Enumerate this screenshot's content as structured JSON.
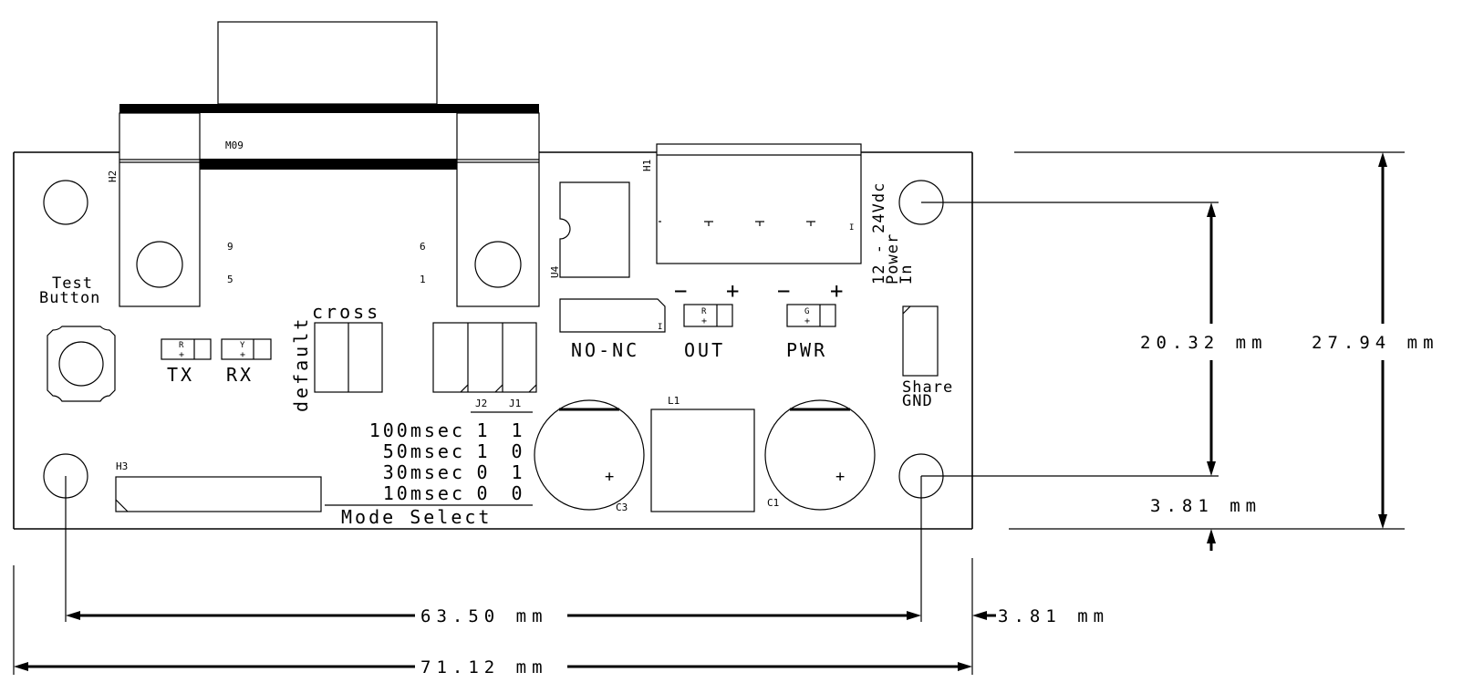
{
  "labels": {
    "m09": "M09",
    "h2": "H2",
    "h1": "H1",
    "h3": "H3",
    "u4": "U4",
    "l1": "L1",
    "c1": "C1",
    "c3": "C3",
    "pin9": "9",
    "pin5": "5",
    "pin6": "6",
    "pin1": "1",
    "test_button_line1": "Test",
    "test_button_line2": "Button",
    "tx": "TX",
    "rx": "RX",
    "led_r_tx": "R",
    "led_y_rx": "Y",
    "led_r_out": "R",
    "led_g_pwr": "G",
    "default": "default",
    "cross": "cross",
    "no_nc": "NO-NC",
    "out": "OUT",
    "pwr": "PWR",
    "minus": "−",
    "plus": "+",
    "power_line1": "12 - 24Vdc",
    "power_line2": "Power",
    "power_line3": "In",
    "share_line1": "Share",
    "share_line2": "GND",
    "j2": "J2",
    "j1": "J1",
    "pin1_marker": "I"
  },
  "mode_table": {
    "title": "Mode Select",
    "rows": [
      {
        "label": "100msec",
        "j2": "1",
        "j1": "1"
      },
      {
        "label": "50msec",
        "j2": "1",
        "j1": "0"
      },
      {
        "label": "30msec",
        "j2": "0",
        "j1": "1"
      },
      {
        "label": "10msec",
        "j2": "0",
        "j1": "0"
      }
    ]
  },
  "dimensions": {
    "width_holes": "63.50 mm",
    "width_total": "71.12 mm",
    "right_offset": "3.81 mm",
    "height_holes": "20.32 mm",
    "height_total": "27.94 mm",
    "bottom_offset": "3.81 mm"
  }
}
